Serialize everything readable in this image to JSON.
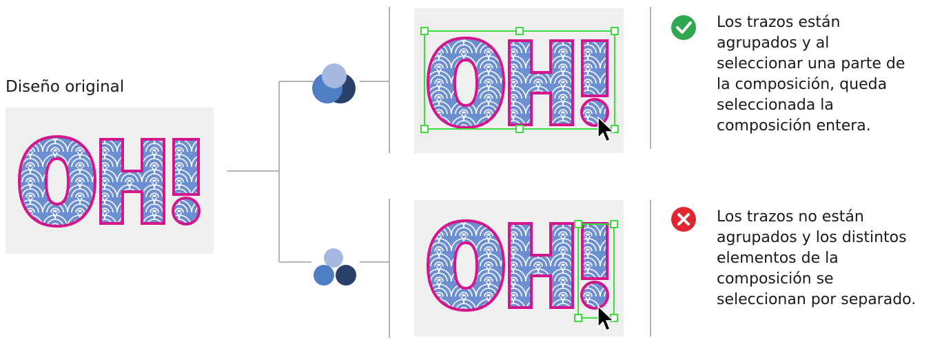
{
  "original_caption": "Diseño original",
  "logo_text": "OH!",
  "colors": {
    "panel_bg": "#efefef",
    "pattern_blue": "#6b8fd0",
    "outline_magenta": "#d4168c",
    "selection_green": "#3ddc3d",
    "connector_gray": "#b3b3b3",
    "check_green": "#2fa84f",
    "error_red": "#e0262f",
    "dot_light": "#a7b8e0",
    "dot_mid": "#4f7ec4",
    "dot_dark": "#28406a"
  },
  "grouped": {
    "icon": "check-circle-icon",
    "lines": [
      "Los trazos están",
      "agrupados y al",
      "seleccionar una parte de",
      "la composición, queda",
      "seleccionada la",
      "composición entera."
    ]
  },
  "ungrouped": {
    "icon": "error-circle-icon",
    "lines": [
      "Los trazos no están",
      "agrupados y los distintos",
      "elementos de la",
      "composición se",
      "seleccionan por separado."
    ]
  }
}
